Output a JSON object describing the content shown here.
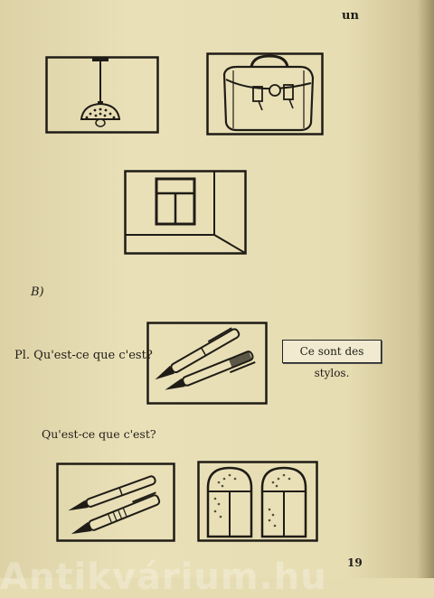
{
  "page": {
    "lesson_tag": "un",
    "section_label": "B)",
    "question_plural": "Pl. Qu'est-ce que c'est?",
    "answer_box": "Ce sont des stylos.",
    "question_next": "Qu'est-ce  que  c'est?",
    "page_number": "19"
  },
  "illustrations": [
    "lamp-icon",
    "briefcase-icon",
    "window-icon",
    "pens-icon",
    "pens-icon",
    "windows-icon"
  ],
  "watermark": "Antikvárium.hu",
  "colors": {
    "paper": "#e6dcb2",
    "ink": "#1f1c16"
  }
}
